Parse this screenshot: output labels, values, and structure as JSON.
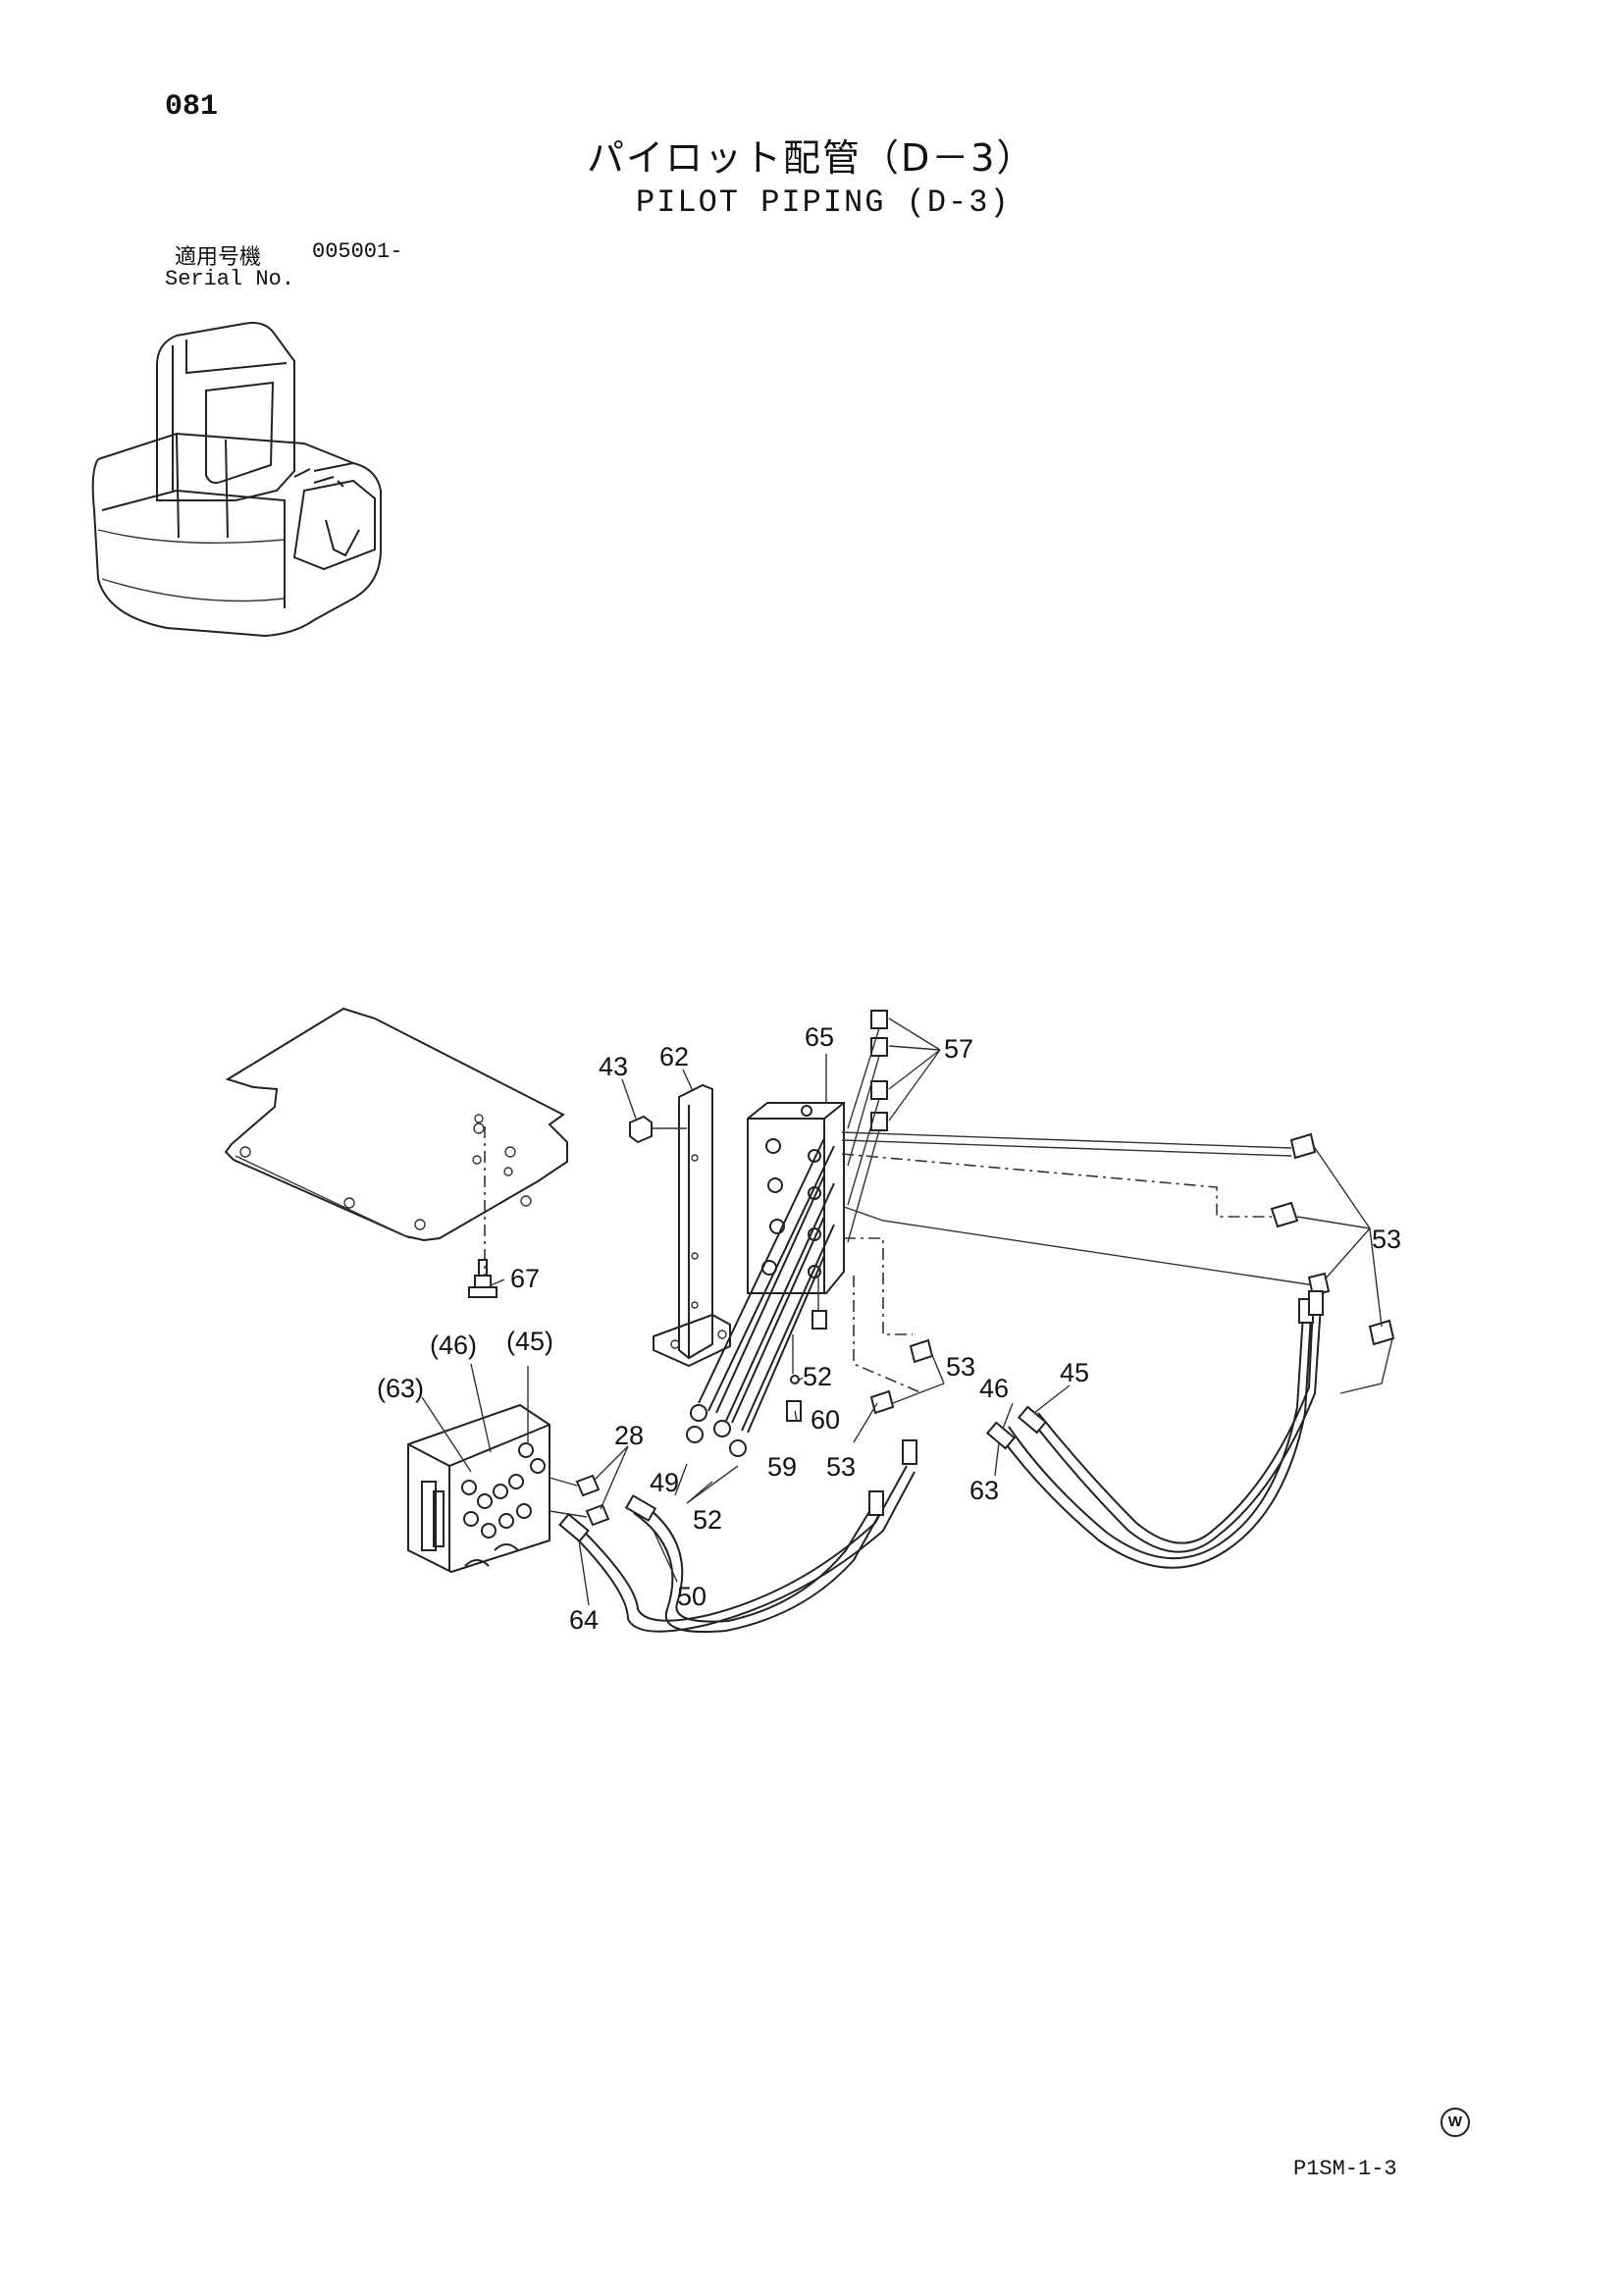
{
  "header": {
    "page_number": "081",
    "title_ja": "パイロット配管（D－3）",
    "title_en": "PILOT PIPING (D-3)",
    "serial_label_ja": "適用号機",
    "serial_value": "005001-",
    "serial_label_en": "Serial No."
  },
  "callouts": [
    {
      "id": "c43",
      "text": "43"
    },
    {
      "id": "c62",
      "text": "62"
    },
    {
      "id": "c65",
      "text": "65"
    },
    {
      "id": "c57",
      "text": "57"
    },
    {
      "id": "c53a",
      "text": "53"
    },
    {
      "id": "c67",
      "text": "67"
    },
    {
      "id": "c46p",
      "text": "(46)"
    },
    {
      "id": "c45p",
      "text": "(45)"
    },
    {
      "id": "c63p",
      "text": "(63)"
    },
    {
      "id": "c28",
      "text": "28"
    },
    {
      "id": "c52a",
      "text": "52"
    },
    {
      "id": "c60",
      "text": "60"
    },
    {
      "id": "c59",
      "text": "59"
    },
    {
      "id": "c53b",
      "text": "53"
    },
    {
      "id": "c53c",
      "text": "53"
    },
    {
      "id": "c49",
      "text": "49"
    },
    {
      "id": "c52b",
      "text": "52"
    },
    {
      "id": "c50",
      "text": "50"
    },
    {
      "id": "c64",
      "text": "64"
    },
    {
      "id": "c46",
      "text": "46"
    },
    {
      "id": "c45",
      "text": "45"
    },
    {
      "id": "c63",
      "text": "63"
    }
  ],
  "footer": {
    "page_code": "P1SM-1-3",
    "mark_letter": "W"
  }
}
